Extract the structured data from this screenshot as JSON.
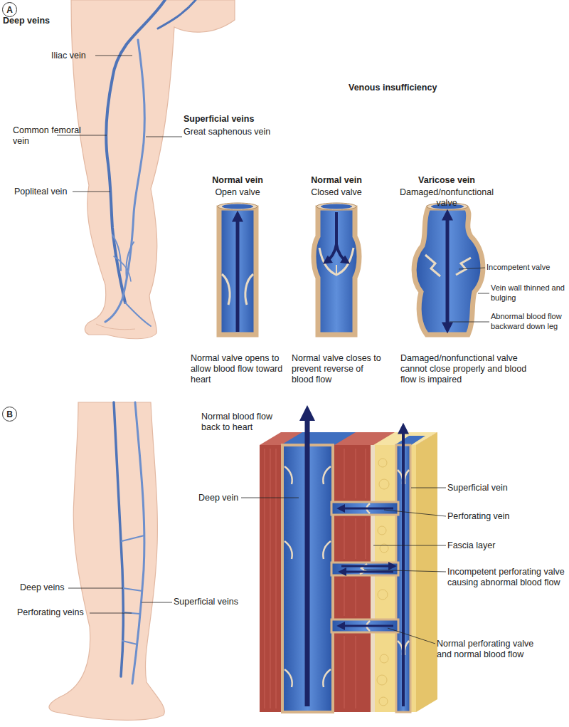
{
  "diagram": {
    "title": "Venous insufficiency",
    "nodes": [
      {
        "text": [
          "A"
        ]
      },
      {
        "text": [
          "B"
        ]
      }
    ],
    "labels": [
      "Deep veins",
      "Iliac vein",
      "Common femoral vein",
      "Popliteal vein",
      "Superficial veins",
      "Great saphenous vein",
      "Normal vein",
      "Open valve",
      "Normal vein",
      "Closed valve",
      "Varicose vein",
      "Damaged/nonfunctional valve",
      "Incompetent valve",
      "Vein wall thinned and bulging",
      "Abnormal blood flow backward down leg",
      "Normal valve opens to allow blood flow toward heart",
      "Normal valve closes to prevent reverse of blood flow",
      "Damaged/nonfunctional valve cannot close properly and blood flow is impaired",
      "Normal blood flow back to heart",
      "Deep vein",
      "Superficial vein",
      "Perforating vein",
      "Fascia layer",
      "Incompetent perforating valve causing abnormal blood flow",
      "Normal perforating valve and normal blood flow",
      "Deep veins",
      "Perforating veins",
      "Superficial veins"
    ]
  }
}
